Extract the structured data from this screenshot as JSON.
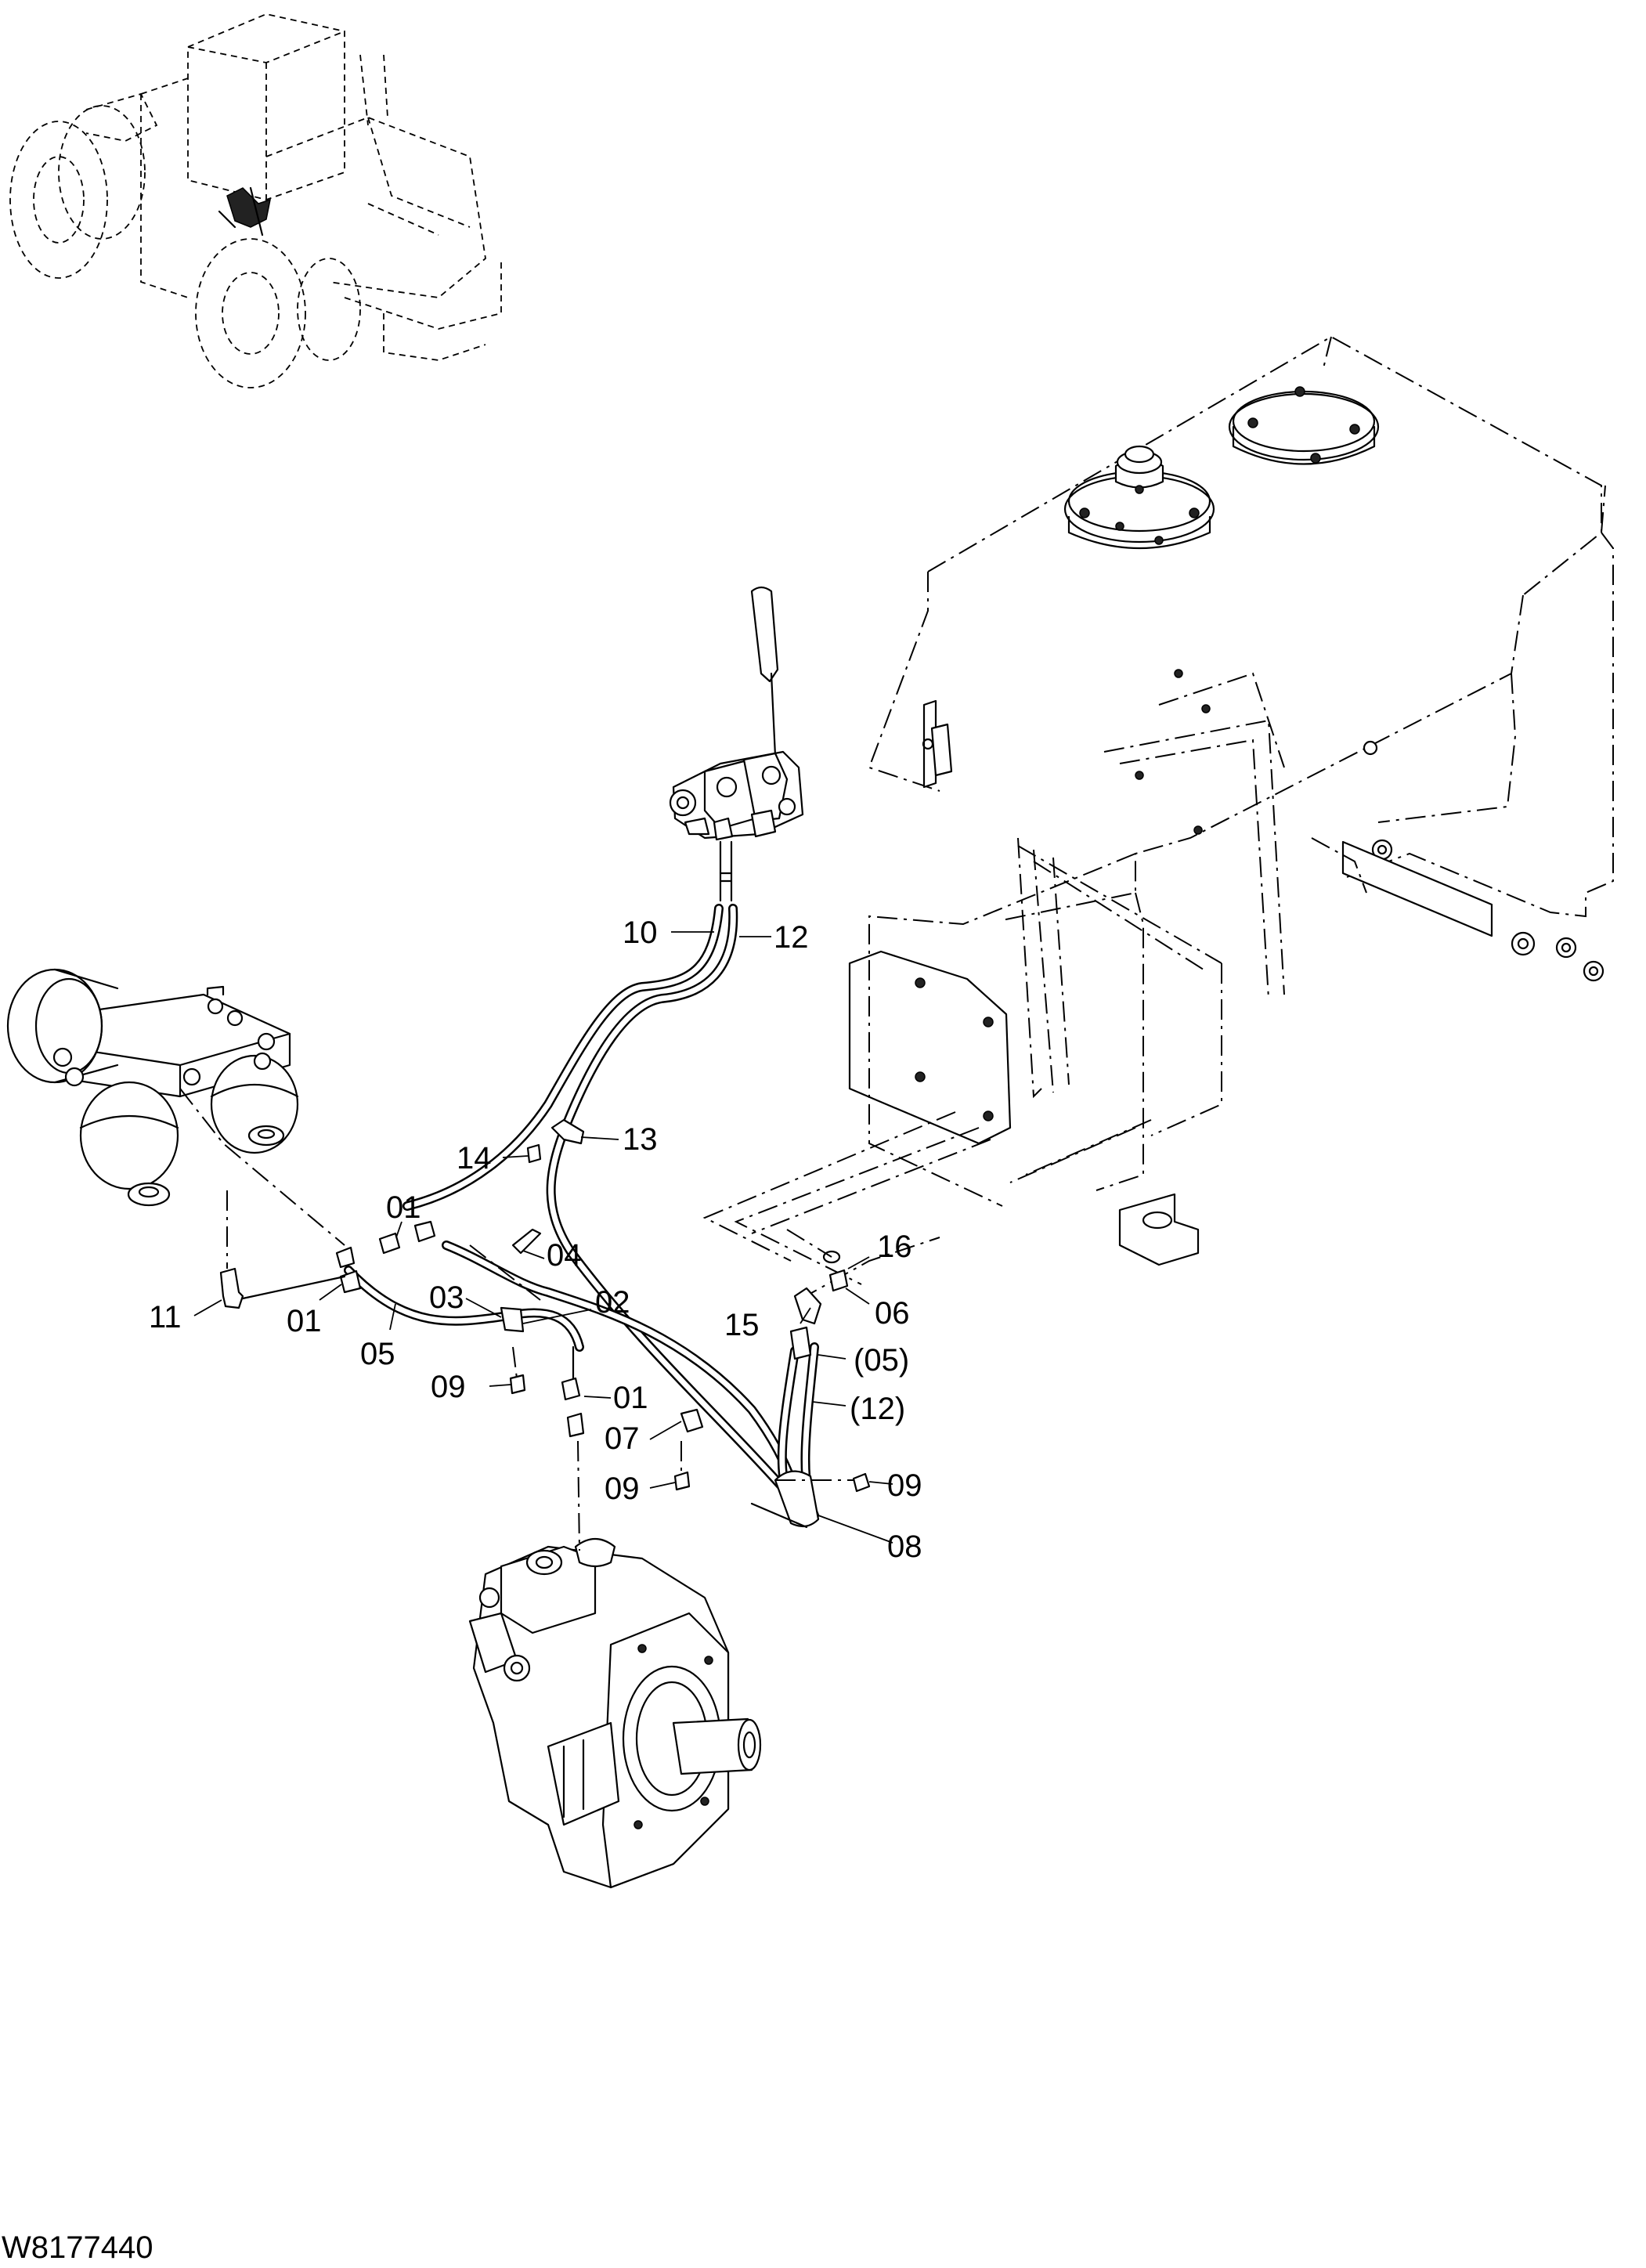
{
  "drawing_code": "W8177440",
  "callouts": [
    {
      "id": "c10",
      "text": "10"
    },
    {
      "id": "c12",
      "text": "12"
    },
    {
      "id": "c14",
      "text": "14"
    },
    {
      "id": "c13",
      "text": "13"
    },
    {
      "id": "c01a",
      "text": "01"
    },
    {
      "id": "c04",
      "text": "04"
    },
    {
      "id": "c03",
      "text": "03"
    },
    {
      "id": "c02",
      "text": "02"
    },
    {
      "id": "c11",
      "text": "11"
    },
    {
      "id": "c01b",
      "text": "01"
    },
    {
      "id": "c05",
      "text": "05"
    },
    {
      "id": "c09a",
      "text": "09"
    },
    {
      "id": "c01c",
      "text": "01"
    },
    {
      "id": "c07",
      "text": "07"
    },
    {
      "id": "c09b",
      "text": "09"
    },
    {
      "id": "c16",
      "text": "16"
    },
    {
      "id": "c15",
      "text": "15"
    },
    {
      "id": "c06",
      "text": "06"
    },
    {
      "id": "c05p",
      "text": "(05)"
    },
    {
      "id": "c12p",
      "text": "(12)"
    },
    {
      "id": "c09c",
      "text": "09"
    },
    {
      "id": "c08",
      "text": "08"
    }
  ]
}
